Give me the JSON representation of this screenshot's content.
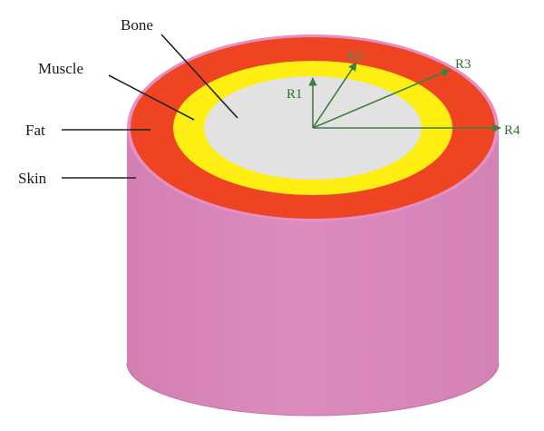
{
  "labels": {
    "bone": "Bone",
    "muscle": "Muscle",
    "fat": "Fat",
    "skin": "Skin"
  },
  "radii": {
    "r1": "R1",
    "r2": "R2",
    "r3": "R3",
    "r4": "R4"
  },
  "colors": {
    "skin": "#dd88bb",
    "fat": "#ee4422",
    "muscle": "#ffee11",
    "bone": "#e2e2e2",
    "radius_arrow": "#3f7f3f",
    "leader_line": "#222222"
  }
}
